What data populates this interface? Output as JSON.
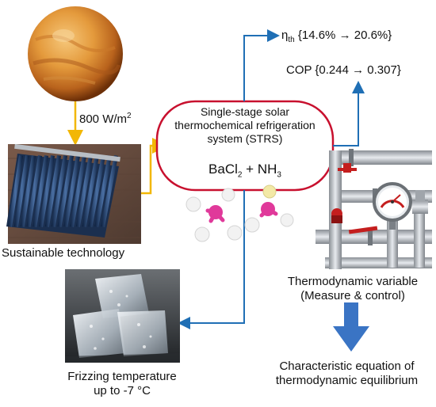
{
  "solar_input": {
    "value": "800 W/m",
    "exponent": "2"
  },
  "panel_label": "Sustainable technology",
  "system_box": {
    "title": "Single-stage solar thermochemical refrigeration system (STRS)",
    "formula_a": "BaCl",
    "formula_a_sub": "2",
    "formula_plus": " + NH",
    "formula_b_sub": "3"
  },
  "efficiency": {
    "symbol": "η",
    "symbol_sub": "th",
    "range": " {14.6% → 20.6%}"
  },
  "cop": "COP {0.244 → 0.307}",
  "thermo_label": {
    "line1": "Thermodynamic variable",
    "line2": "(Measure & control)"
  },
  "equation_label": {
    "line1": "Characteristic equation of",
    "line2": "thermodynamic equilibrium"
  },
  "freeze_label": {
    "line1": "Frizzing temperature",
    "line2": "up to -7 °C"
  },
  "colors": {
    "box_border": "#c8102e",
    "arrow_gold": "#f2b705",
    "arrow_blue": "#1f6fb5",
    "big_arrow": "#3a74c4",
    "molecule_pink": "#e0399a"
  }
}
